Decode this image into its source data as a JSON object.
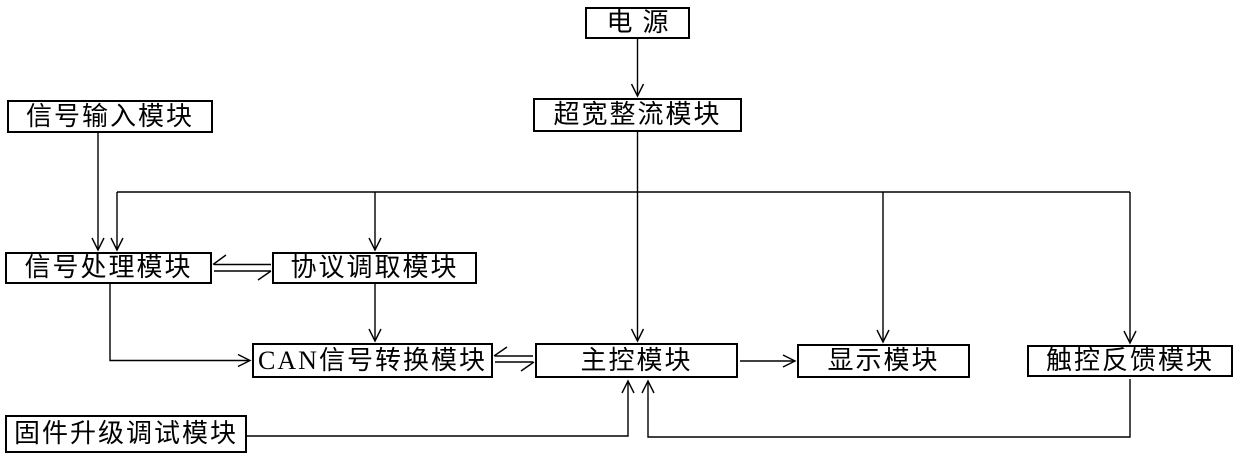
{
  "diagram": {
    "kind": "block-diagram",
    "nodes": {
      "power": {
        "label": "电源"
      },
      "rectifier": {
        "label": "超宽整流模块"
      },
      "signal_input": {
        "label": "信号输入模块"
      },
      "signal_processing": {
        "label": "信号处理模块"
      },
      "protocol_fetch": {
        "label": "协议调取模块"
      },
      "can_convert": {
        "label": "CAN信号转换模块"
      },
      "main_control": {
        "label": "主控模块"
      },
      "display": {
        "label": "显示模块"
      },
      "touch_feedback": {
        "label": "触控反馈模块"
      },
      "firmware_debug": {
        "label": "固件升级调试模块"
      }
    },
    "edges": [
      {
        "from": "power",
        "to": "rectifier",
        "type": "single-arrow"
      },
      {
        "from": "rectifier",
        "to": "main_control",
        "type": "single-arrow"
      },
      {
        "from": "rectifier",
        "to": "signal_processing",
        "type": "single-arrow",
        "via": "bus"
      },
      {
        "from": "rectifier",
        "to": "protocol_fetch",
        "type": "single-arrow",
        "via": "bus"
      },
      {
        "from": "rectifier",
        "to": "display",
        "type": "single-arrow",
        "via": "bus"
      },
      {
        "from": "rectifier",
        "to": "touch_feedback",
        "type": "single-arrow",
        "via": "bus"
      },
      {
        "from": "signal_input",
        "to": "signal_processing",
        "type": "single-arrow"
      },
      {
        "from": "signal_processing",
        "to": "protocol_fetch",
        "type": "double-line-bidirectional"
      },
      {
        "from": "signal_processing",
        "to": "can_convert",
        "type": "single-arrow"
      },
      {
        "from": "protocol_fetch",
        "to": "can_convert",
        "type": "single-arrow"
      },
      {
        "from": "can_convert",
        "to": "main_control",
        "type": "double-line-bidirectional"
      },
      {
        "from": "main_control",
        "to": "display",
        "type": "single-arrow"
      },
      {
        "from": "firmware_debug",
        "to": "main_control",
        "type": "single-arrow"
      },
      {
        "from": "touch_feedback",
        "to": "main_control",
        "type": "single-arrow"
      }
    ],
    "colors": {
      "background": "#ffffff",
      "line": "#000000",
      "box_border": "#000000",
      "text": "#000000"
    }
  }
}
